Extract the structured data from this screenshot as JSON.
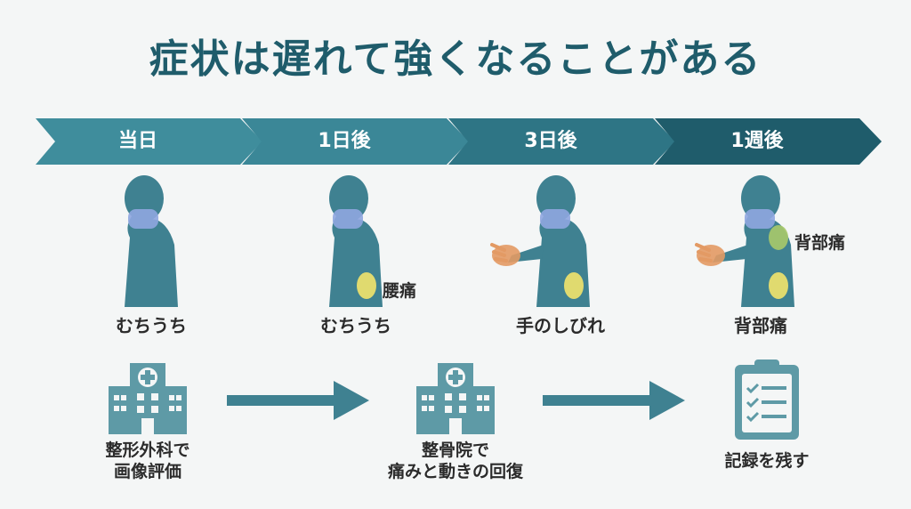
{
  "title": "症状は遅れて強くなることがある",
  "timeline": [
    {
      "label": "当日"
    },
    {
      "label": "1日後"
    },
    {
      "label": "3日後"
    },
    {
      "label": "1週後"
    }
  ],
  "stages": [
    {
      "symptom": "むちうち"
    },
    {
      "symptom": "むちうち",
      "side_label": "腰痛"
    },
    {
      "symptom": "手のしびれ"
    },
    {
      "symptom": "背部痛",
      "side_label": "背部痛"
    }
  ],
  "steps": [
    {
      "label_line1": "整形外科で",
      "label_line2": "画像評価"
    },
    {
      "label_line1": "整骨院で",
      "label_line2": "痛みと動きの回復"
    },
    {
      "label_line1": "記録を残す",
      "label_line2": ""
    }
  ],
  "colors": {
    "title": "#1f5c6b",
    "chevron_light": "#3f8d9c",
    "chevron_dark": "#1f5c6b",
    "figure": "#3f8191",
    "neck_glow": "#8fa6e0",
    "pain_yellow": "#f2e36b",
    "pain_green": "#a8c96a",
    "hand_pain": "#e39a64",
    "icon": "#5e9aa6"
  }
}
